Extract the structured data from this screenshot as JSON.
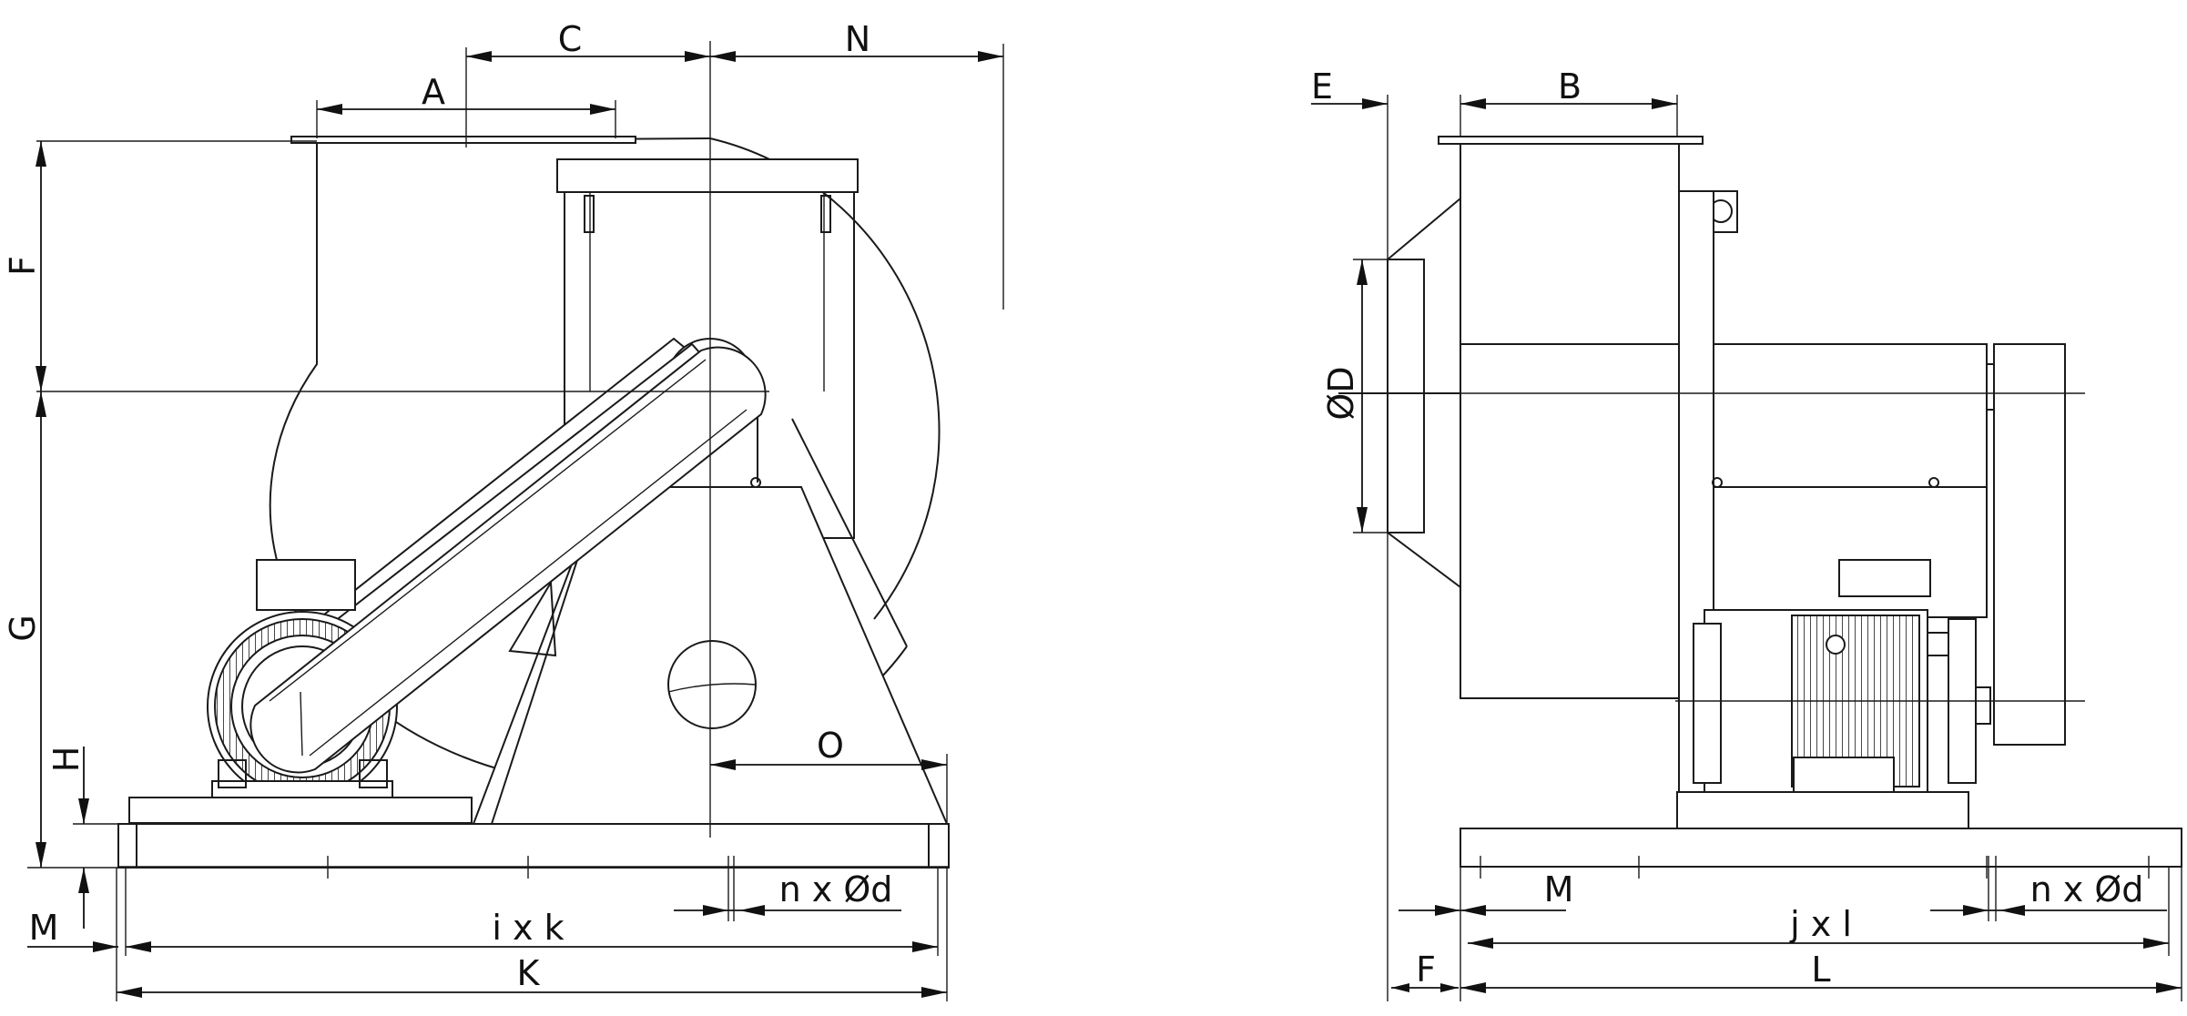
{
  "labels": {
    "A": "A",
    "B": "B",
    "C": "C",
    "D": "ØD",
    "E": "E",
    "F_top": "F",
    "F_bottom": "F",
    "G": "G",
    "H": "H",
    "K": "K",
    "L": "L",
    "M_left": "M",
    "M_right": "M",
    "N": "N",
    "O": "O",
    "ixk": "i x k",
    "jxl": "j x l",
    "nxd_left": "n x Ød",
    "nxd_right": "n x Ød"
  }
}
